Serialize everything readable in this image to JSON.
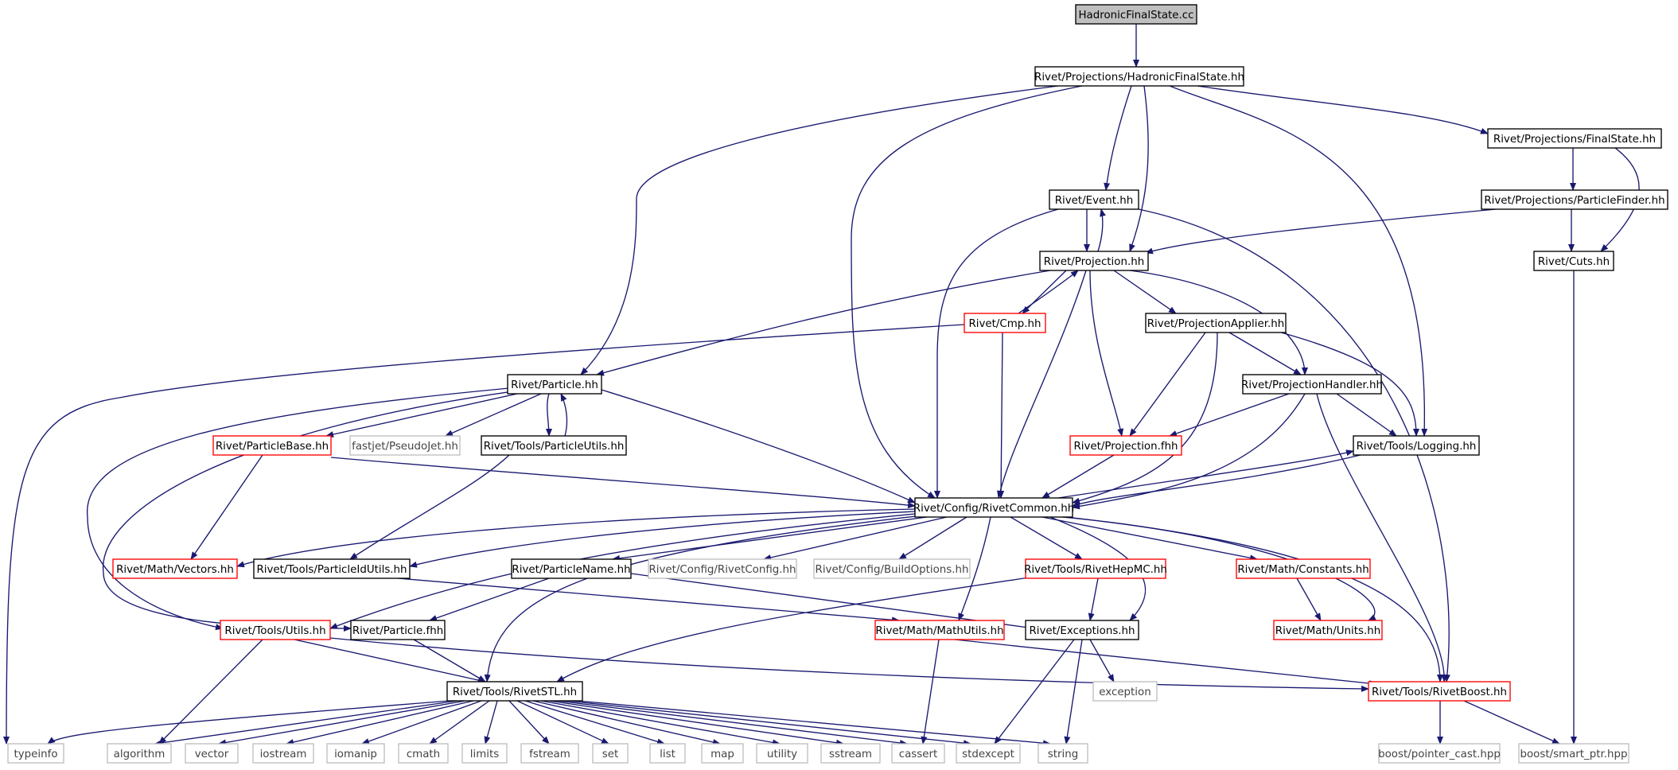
{
  "colors": {
    "edge": "#191970",
    "box_border_black": "#000000",
    "box_border_red": "#ff0000",
    "box_border_gray": "#bfbfbf",
    "root_fill": "#bfbfbf",
    "box_fill": "#ffffff"
  },
  "graph": {
    "nodes": {
      "n0": {
        "label": "HadronicFinalState.cc",
        "style": "root"
      },
      "n1": {
        "label": "Rivet/Projections/HadronicFinalState.hh",
        "style": "black"
      },
      "n2": {
        "label": "Rivet/Projections/FinalState.hh",
        "style": "black"
      },
      "n3": {
        "label": "Rivet/Event.hh",
        "style": "black"
      },
      "n4": {
        "label": "Rivet/Projections/ParticleFinder.hh",
        "style": "black"
      },
      "n5": {
        "label": "Rivet/Projection.hh",
        "style": "black"
      },
      "n6": {
        "label": "Rivet/Cuts.hh",
        "style": "black"
      },
      "n7": {
        "label": "Rivet/Cmp.hh",
        "style": "red"
      },
      "n8": {
        "label": "Rivet/ProjectionApplier.hh",
        "style": "black"
      },
      "n9": {
        "label": "Rivet/Particle.hh",
        "style": "black"
      },
      "n10": {
        "label": "Rivet/ProjectionHandler.hh",
        "style": "black"
      },
      "n11": {
        "label": "Rivet/ParticleBase.hh",
        "style": "red"
      },
      "n12": {
        "label": "fastjet/PseudoJet.hh",
        "style": "gray"
      },
      "n13": {
        "label": "Rivet/Tools/ParticleUtils.hh",
        "style": "black"
      },
      "n14": {
        "label": "Rivet/Projection.fhh",
        "style": "red"
      },
      "n15": {
        "label": "Rivet/Tools/Logging.hh",
        "style": "black"
      },
      "n16": {
        "label": "Rivet/Config/RivetCommon.hh",
        "style": "black"
      },
      "n17": {
        "label": "Rivet/Math/Vectors.hh",
        "style": "red"
      },
      "n18": {
        "label": "Rivet/Tools/ParticleIdUtils.hh",
        "style": "black"
      },
      "n19": {
        "label": "Rivet/ParticleName.hh",
        "style": "black"
      },
      "n20": {
        "label": "Rivet/Config/RivetConfig.hh",
        "style": "gray"
      },
      "n21": {
        "label": "Rivet/Config/BuildOptions.hh",
        "style": "gray"
      },
      "n22": {
        "label": "Rivet/Tools/RivetHepMC.hh",
        "style": "red"
      },
      "n23": {
        "label": "Rivet/Math/Constants.hh",
        "style": "red"
      },
      "n24": {
        "label": "Rivet/Tools/Utils.hh",
        "style": "red"
      },
      "n25": {
        "label": "Rivet/Particle.fhh",
        "style": "black"
      },
      "n26": {
        "label": "Rivet/Math/MathUtils.hh",
        "style": "red"
      },
      "n27": {
        "label": "Rivet/Exceptions.hh",
        "style": "black"
      },
      "n28": {
        "label": "Rivet/Math/Units.hh",
        "style": "red"
      },
      "n29": {
        "label": "exception",
        "style": "gray"
      },
      "n30": {
        "label": "Rivet/Tools/RivetSTL.hh",
        "style": "black"
      },
      "n31": {
        "label": "Rivet/Tools/RivetBoost.hh",
        "style": "red"
      },
      "n32": {
        "label": "typeinfo",
        "style": "gray"
      },
      "n33": {
        "label": "algorithm",
        "style": "gray"
      },
      "n34": {
        "label": "vector",
        "style": "gray"
      },
      "n35": {
        "label": "iostream",
        "style": "gray"
      },
      "n36": {
        "label": "iomanip",
        "style": "gray"
      },
      "n37": {
        "label": "cmath",
        "style": "gray"
      },
      "n38": {
        "label": "limits",
        "style": "gray"
      },
      "n39": {
        "label": "fstream",
        "style": "gray"
      },
      "n40": {
        "label": "set",
        "style": "gray"
      },
      "n41": {
        "label": "list",
        "style": "gray"
      },
      "n42": {
        "label": "map",
        "style": "gray"
      },
      "n43": {
        "label": "utility",
        "style": "gray"
      },
      "n44": {
        "label": "sstream",
        "style": "gray"
      },
      "n45": {
        "label": "cassert",
        "style": "gray"
      },
      "n46": {
        "label": "stdexcept",
        "style": "gray"
      },
      "n47": {
        "label": "string",
        "style": "gray"
      },
      "n48": {
        "label": "boost/pointer_cast.hpp",
        "style": "gray"
      },
      "n49": {
        "label": "boost/smart_ptr.hpp",
        "style": "gray"
      }
    },
    "edges": [
      [
        "n0",
        "n1"
      ],
      [
        "n1",
        "n9"
      ],
      [
        "n1",
        "n16"
      ],
      [
        "n1",
        "n3"
      ],
      [
        "n1",
        "n5"
      ],
      [
        "n1",
        "n15"
      ],
      [
        "n1",
        "n2"
      ],
      [
        "n2",
        "n4"
      ],
      [
        "n2",
        "n6"
      ],
      [
        "n4",
        "n5"
      ],
      [
        "n4",
        "n6"
      ],
      [
        "n3",
        "n5"
      ],
      [
        "n3",
        "n16"
      ],
      [
        "n3",
        "n31"
      ],
      [
        "n5",
        "n3"
      ],
      [
        "n5",
        "n7"
      ],
      [
        "n5",
        "n8"
      ],
      [
        "n5",
        "n10"
      ],
      [
        "n5",
        "n9"
      ],
      [
        "n5",
        "n14"
      ],
      [
        "n5",
        "n16"
      ],
      [
        "n7",
        "n5"
      ],
      [
        "n7",
        "n16"
      ],
      [
        "n7",
        "n32"
      ],
      [
        "n8",
        "n14"
      ],
      [
        "n8",
        "n10"
      ],
      [
        "n8",
        "n15"
      ],
      [
        "n8",
        "n16"
      ],
      [
        "n10",
        "n14"
      ],
      [
        "n10",
        "n15"
      ],
      [
        "n10",
        "n16"
      ],
      [
        "n10",
        "n31"
      ],
      [
        "n14",
        "n16"
      ],
      [
        "n15",
        "n16"
      ],
      [
        "n16",
        "n15"
      ],
      [
        "n9",
        "n11"
      ],
      [
        "n9",
        "n12"
      ],
      [
        "n9",
        "n13"
      ],
      [
        "n9",
        "n16"
      ],
      [
        "n9",
        "n24"
      ],
      [
        "n9",
        "n25"
      ],
      [
        "n13",
        "n9"
      ],
      [
        "n13",
        "n18"
      ],
      [
        "n11",
        "n17"
      ],
      [
        "n11",
        "n16"
      ],
      [
        "n16",
        "n17"
      ],
      [
        "n16",
        "n18"
      ],
      [
        "n16",
        "n19"
      ],
      [
        "n16",
        "n20"
      ],
      [
        "n16",
        "n21"
      ],
      [
        "n16",
        "n22"
      ],
      [
        "n16",
        "n23"
      ],
      [
        "n16",
        "n24"
      ],
      [
        "n16",
        "n30"
      ],
      [
        "n16",
        "n26"
      ],
      [
        "n16",
        "n27"
      ],
      [
        "n16",
        "n28"
      ],
      [
        "n16",
        "n31"
      ],
      [
        "n18",
        "n26"
      ],
      [
        "n19",
        "n25"
      ],
      [
        "n19",
        "n27"
      ],
      [
        "n22",
        "n27"
      ],
      [
        "n22",
        "n30"
      ],
      [
        "n23",
        "n28"
      ],
      [
        "n24",
        "n30"
      ],
      [
        "n24",
        "n33"
      ],
      [
        "n24",
        "n31"
      ],
      [
        "n25",
        "n30"
      ],
      [
        "n26",
        "n31"
      ],
      [
        "n26",
        "n45"
      ],
      [
        "n27",
        "n29"
      ],
      [
        "n27",
        "n46"
      ],
      [
        "n27",
        "n47"
      ],
      [
        "n30",
        "n32"
      ],
      [
        "n30",
        "n33"
      ],
      [
        "n30",
        "n34"
      ],
      [
        "n30",
        "n35"
      ],
      [
        "n30",
        "n36"
      ],
      [
        "n30",
        "n37"
      ],
      [
        "n30",
        "n38"
      ],
      [
        "n30",
        "n39"
      ],
      [
        "n30",
        "n40"
      ],
      [
        "n30",
        "n41"
      ],
      [
        "n30",
        "n42"
      ],
      [
        "n30",
        "n43"
      ],
      [
        "n30",
        "n44"
      ],
      [
        "n30",
        "n45"
      ],
      [
        "n30",
        "n46"
      ],
      [
        "n30",
        "n47"
      ],
      [
        "n31",
        "n48"
      ],
      [
        "n31",
        "n49"
      ],
      [
        "n6",
        "n49"
      ]
    ]
  }
}
